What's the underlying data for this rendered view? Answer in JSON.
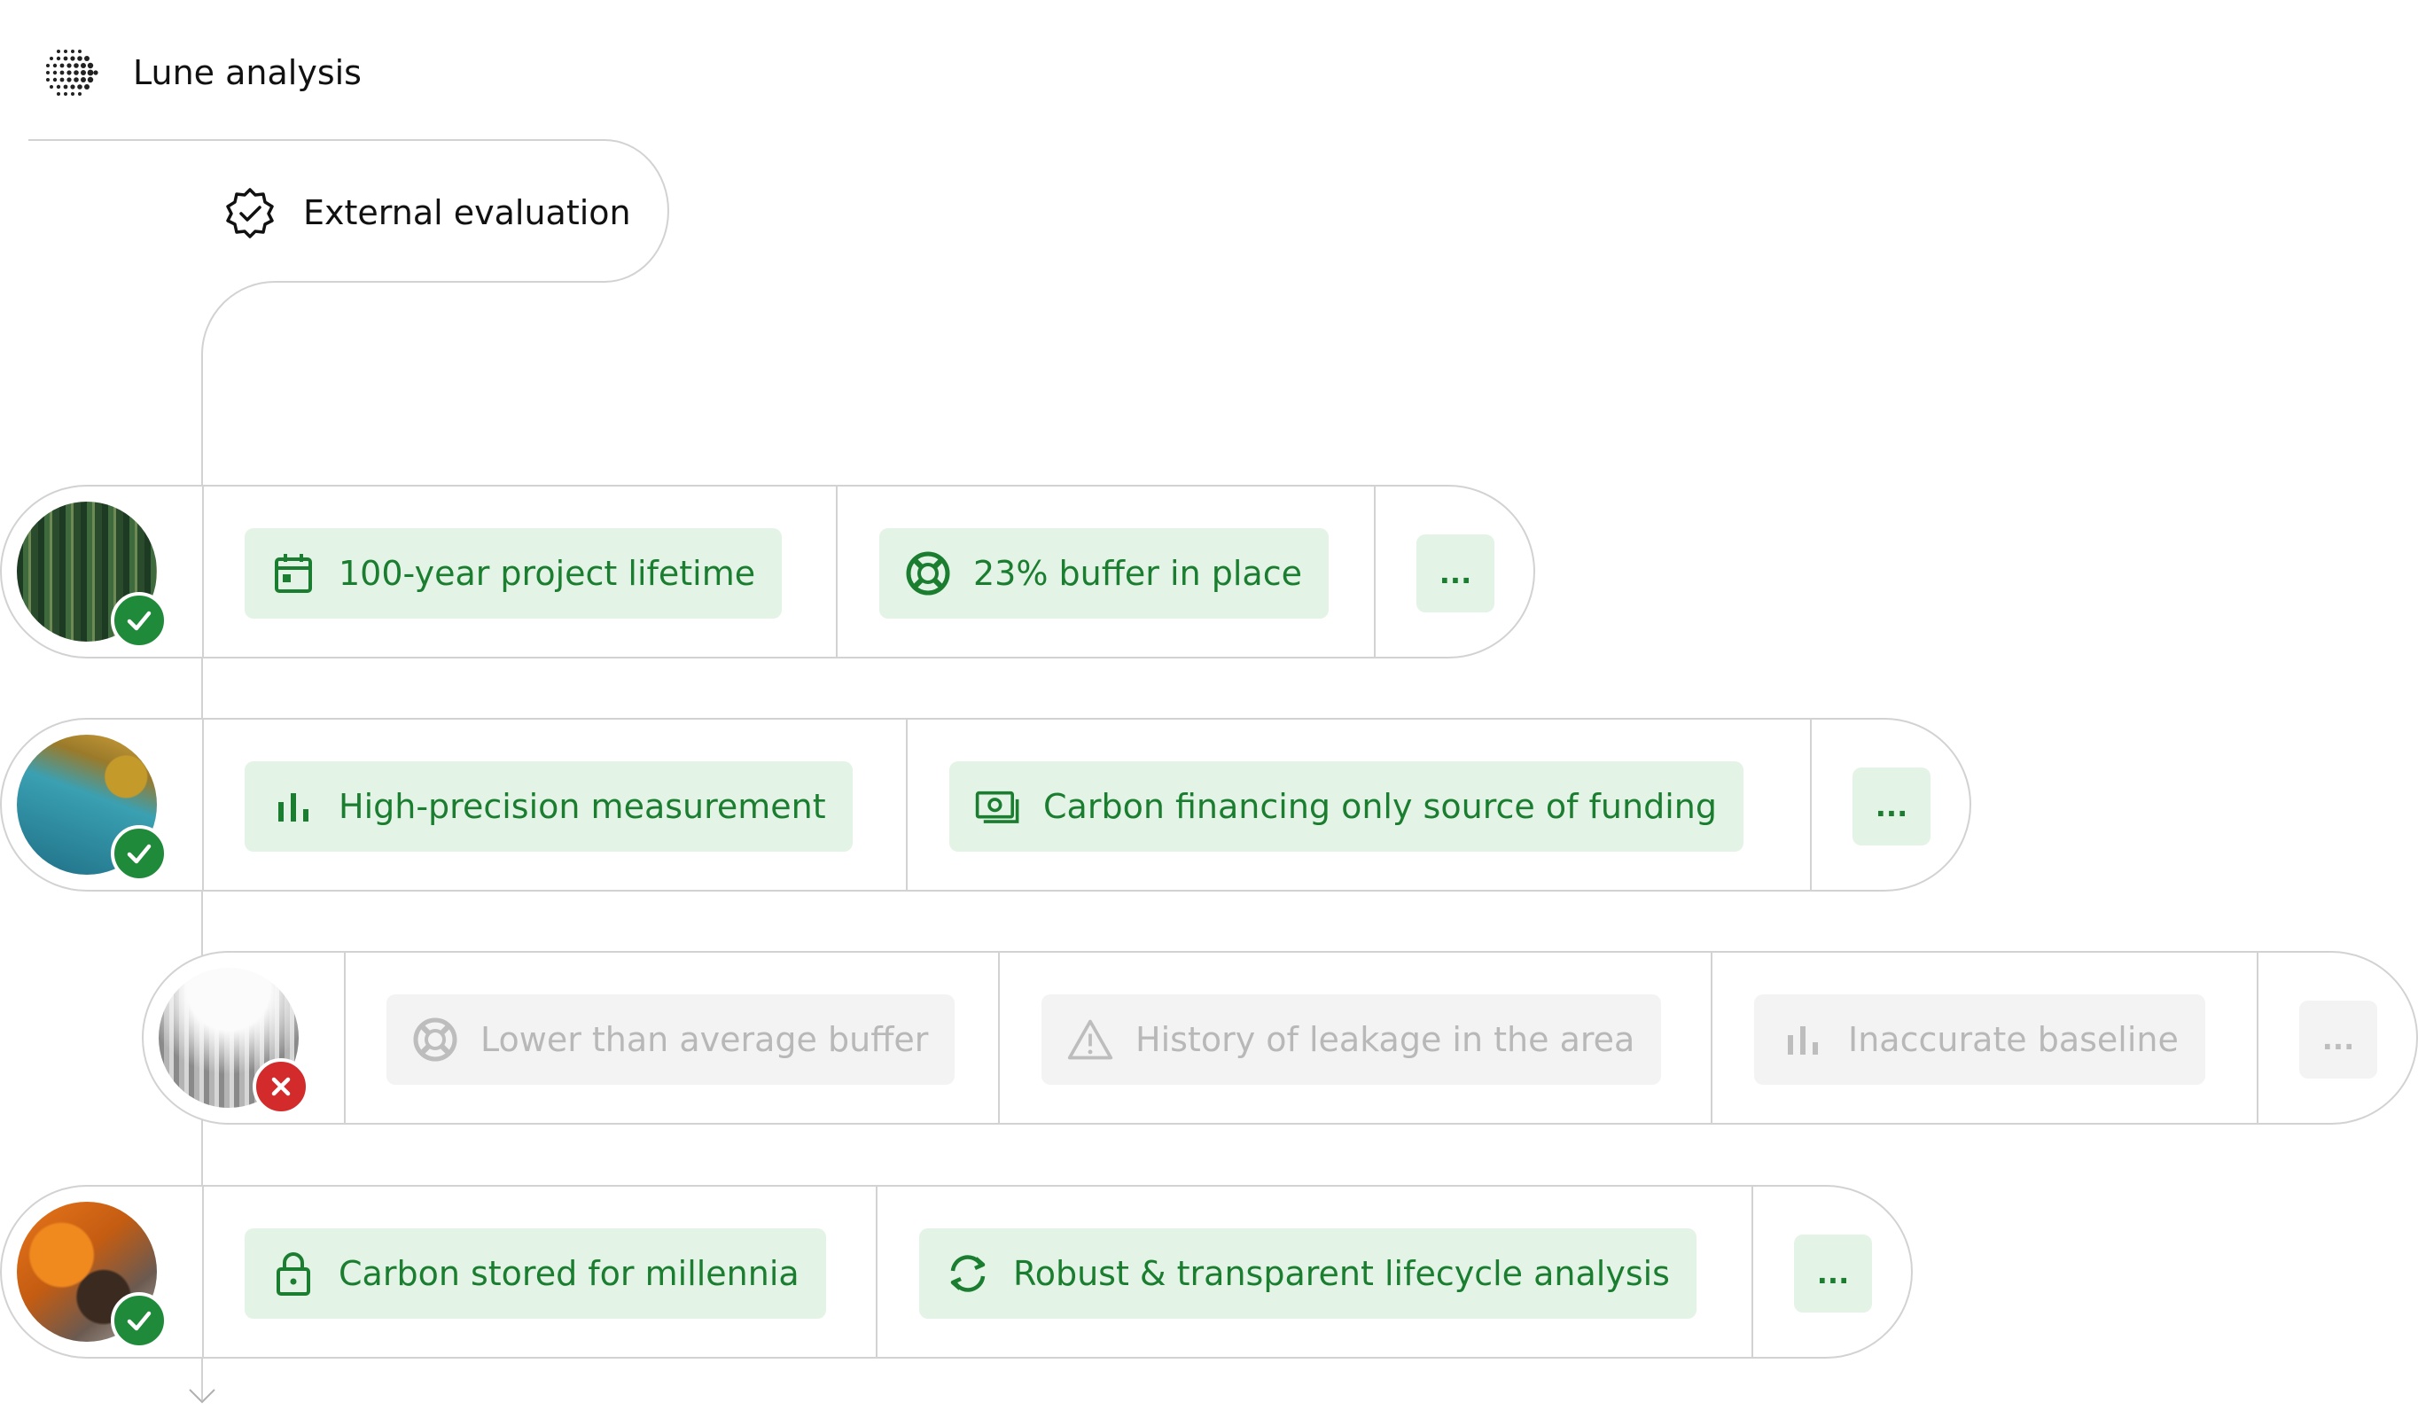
{
  "header": {
    "title": "Lune analysis",
    "logo_icon": "dotted-globe-logo"
  },
  "evaluation": {
    "label": "External evaluation",
    "icon": "verified-badge-icon"
  },
  "colors": {
    "pass": "#1f8a3a",
    "fail": "#d32b2b",
    "chip_green_bg": "#e3f3e6",
    "chip_green_text": "#1a7d2f",
    "chip_grey_bg": "#f3f3f3",
    "chip_grey_text": "#b8b8b8",
    "line": "#d2d2d2"
  },
  "projects": [
    {
      "image": "forest",
      "status": "pass",
      "criteria": [
        {
          "icon": "calendar-icon",
          "label": "100-year project lifetime"
        },
        {
          "icon": "lifebuoy-icon",
          "label": "23% buffer in place"
        }
      ],
      "more_label": "..."
    },
    {
      "image": "kelp",
      "status": "pass",
      "criteria": [
        {
          "icon": "bar-chart-icon",
          "label": "High-precision measurement"
        },
        {
          "icon": "banknote-icon",
          "label": "Carbon financing only source of funding"
        }
      ],
      "more_label": "..."
    },
    {
      "image": "foggy-forest",
      "status": "fail",
      "criteria": [
        {
          "icon": "lifebuoy-icon",
          "label": "Lower than average buffer"
        },
        {
          "icon": "warning-icon",
          "label": "History of leakage in the area"
        },
        {
          "icon": "bar-chart-icon",
          "label": "Inaccurate baseline"
        }
      ],
      "more_label": "..."
    },
    {
      "image": "lab-sample",
      "status": "pass",
      "criteria": [
        {
          "icon": "lock-icon",
          "label": "Carbon stored for millennia"
        },
        {
          "icon": "refresh-icon",
          "label": "Robust & transparent lifecycle analysis"
        }
      ],
      "more_label": "..."
    }
  ]
}
